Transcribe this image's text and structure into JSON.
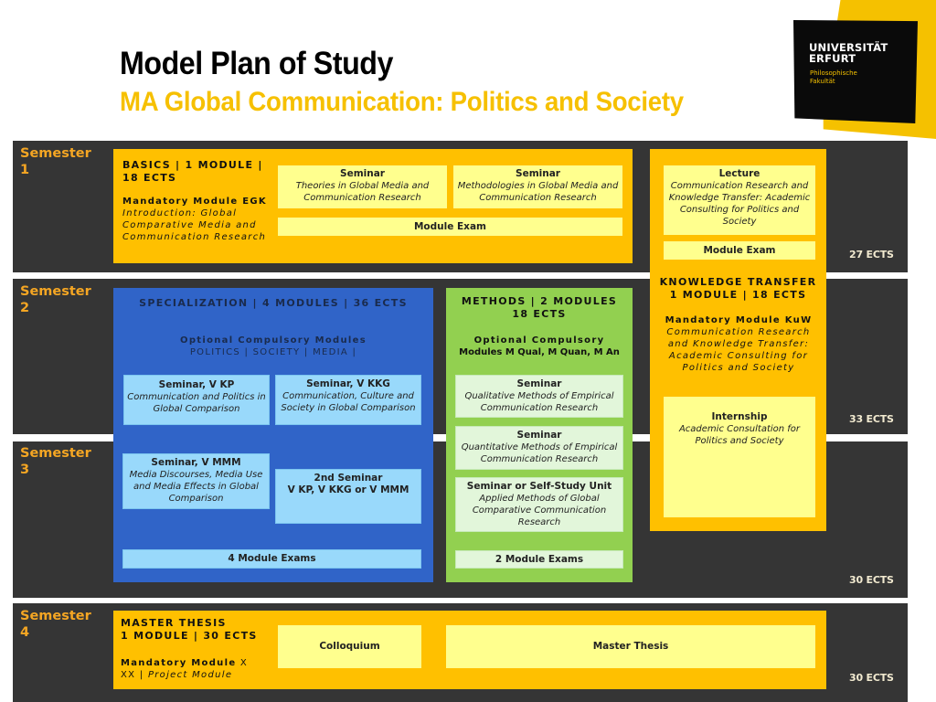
{
  "header": {
    "title": "Model Plan of Study",
    "subtitle": "MA Global Communication: Politics and Society"
  },
  "logo": {
    "name_line1": "UNIVERSITÄT",
    "name_line2": "ERFURT",
    "faculty_line1": "Philosophische",
    "faculty_line2": "Fakultät"
  },
  "colors": {
    "accent_yellow": "#ffc000",
    "light_yellow": "#ffff8e",
    "specialization_blue": "#3064c8",
    "light_blue": "#99d9fb",
    "methods_green": "#92d050",
    "light_green": "#e2f6da",
    "band_dark": "#353535",
    "semester_label": "#f5a623",
    "title_yellow": "#f6c000"
  },
  "semesters": [
    {
      "label_line1": "Semester",
      "label_line2": "1",
      "ects": "27 ECTS"
    },
    {
      "label_line1": "Semester",
      "label_line2": "2",
      "ects": "33 ECTS"
    },
    {
      "label_line1": "Semester",
      "label_line2": "3",
      "ects": "30 ECTS"
    },
    {
      "label_line1": "Semester",
      "label_line2": "4",
      "ects": "30 ECTS"
    }
  ],
  "basics": {
    "heading_line1": "BASICS | 1 MODULE |",
    "heading_line2": "18 ECTS",
    "module_label": "Mandatory Module EGK",
    "module_desc_line1": "Introduction: Global",
    "module_desc_line2": "Comparative Media and",
    "module_desc_line3": "Communication Research",
    "cards": [
      {
        "type": "Seminar",
        "desc": "Theories in Global Media and Communication Research"
      },
      {
        "type": "Seminar",
        "desc": "Methodologies in Global Media and Communication Research"
      }
    ],
    "exam": "Module Exam"
  },
  "knowledge_transfer": {
    "lecture": {
      "type": "Lecture",
      "desc": "Communication Research and Knowledge Transfer: Academic Consulting for Politics and Society"
    },
    "exam": "Module Exam",
    "heading_line1": "KNOWLEDGE TRANSFER",
    "heading_line2": "1 MODULE | 18 ECTS",
    "module_label": "Mandatory Module KuW",
    "module_desc": "Communication Research and Knowledge Transfer: Academic Consulting for Politics and Society",
    "internship": {
      "type": "Internship",
      "desc": "Academic Consultation for Politics and Society"
    }
  },
  "specialization": {
    "heading": "SPECIALIZATION | 4 MODULES | 36 ECTS",
    "optional_label": "Optional Compulsory Modules",
    "areas": "POLITICS | SOCIETY | MEDIA |",
    "cards": [
      {
        "type": "Seminar, V KP",
        "desc": "Communication and Politics in Global Comparison"
      },
      {
        "type": "Seminar, V KKG",
        "desc": "Communication, Culture and Society in Global Comparison"
      },
      {
        "type": "Seminar, V MMM",
        "desc": "Media Discourses, Media Use and Media Effects in Global Comparison"
      },
      {
        "type": "2nd Seminar",
        "desc": "V KP, V KKG or V MMM"
      }
    ],
    "exams": "4 Module Exams"
  },
  "methods": {
    "heading_line1": "METHODS | 2 MODULES",
    "heading_line2": "18 ECTS",
    "optional_line1": "Optional Compulsory",
    "optional_line2": "Modules M Qual, M Quan, M An",
    "cards": [
      {
        "type": "Seminar",
        "desc": "Qualitative Methods of Empirical Communication Research"
      },
      {
        "type": "Seminar",
        "desc": "Quantitative Methods of Empirical Communication Research"
      },
      {
        "type": "Seminar or Self-Study Unit",
        "desc": "Applied Methods of Global Comparative Communication Research"
      }
    ],
    "exams": "2 Module Exams"
  },
  "thesis": {
    "heading_line1": "MASTER THESIS",
    "heading_line2": "1 MODULE | 30 ECTS",
    "module_label": "Mandatory Module",
    "module_code_a": "X",
    "module_code_b": "XX |",
    "module_desc": "Project Module",
    "colloquium": "Colloquium",
    "master_thesis": "Master Thesis"
  }
}
